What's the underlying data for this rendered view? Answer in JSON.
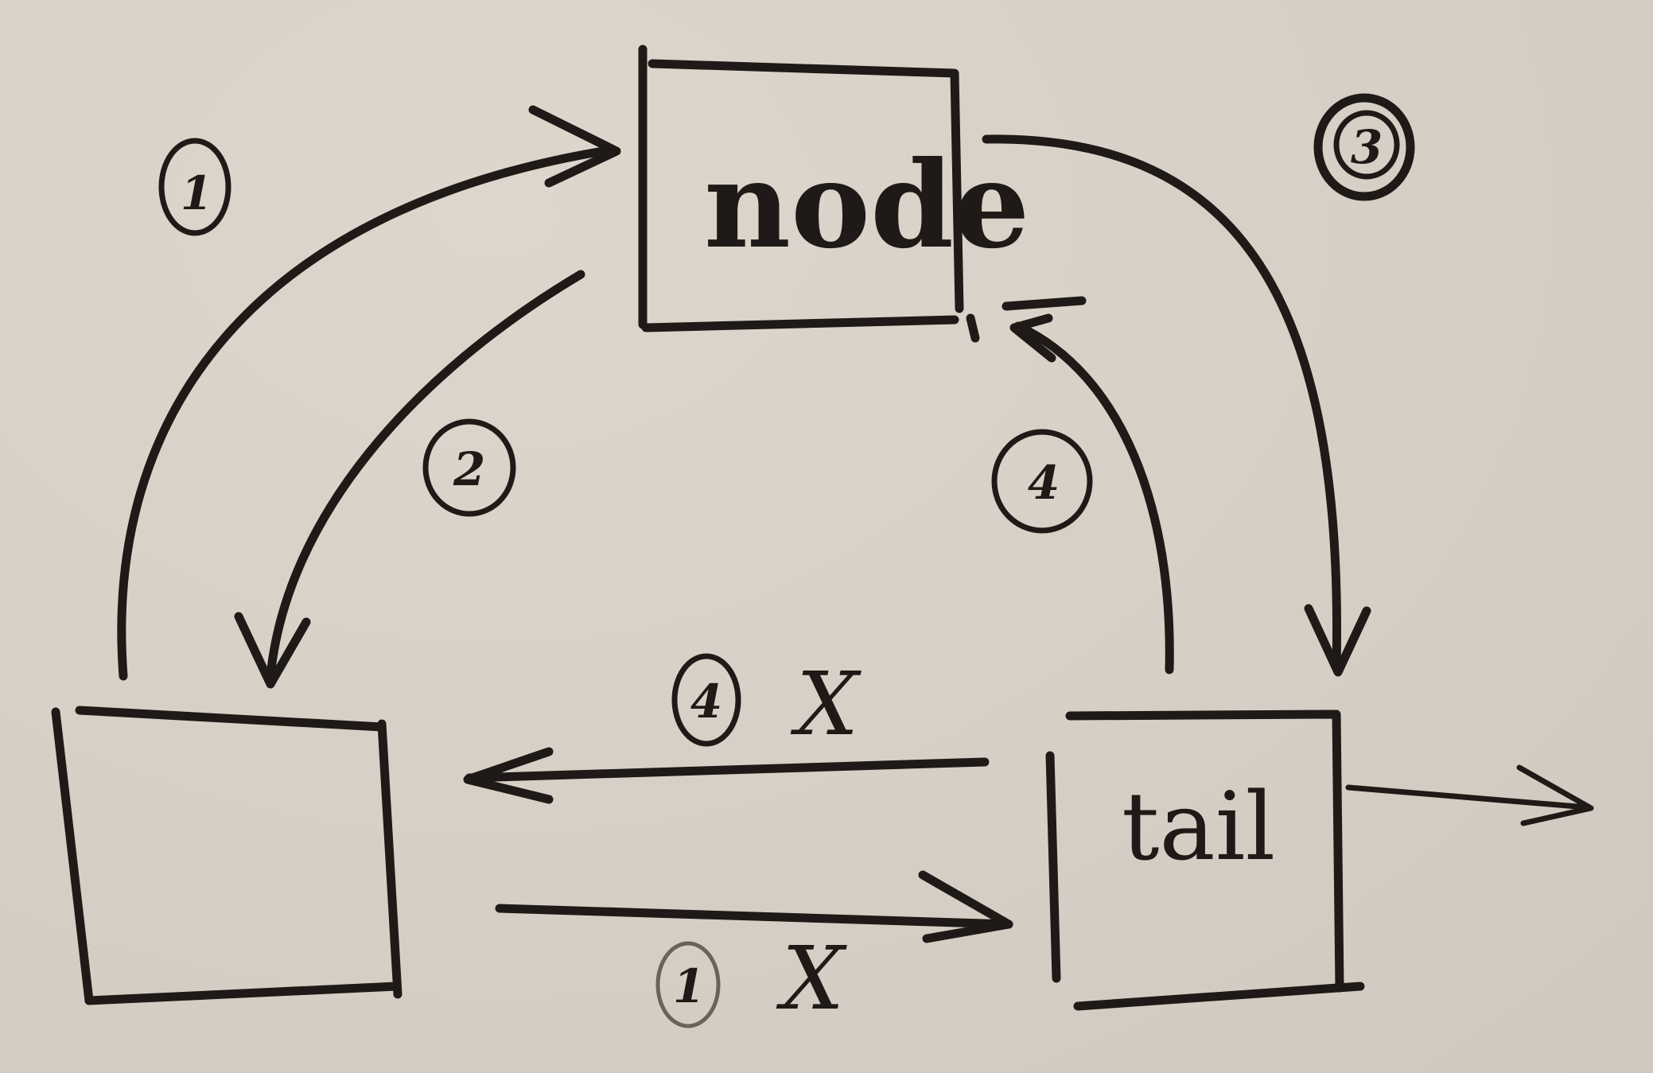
{
  "boxes": {
    "node": {
      "label": "node"
    },
    "left": {
      "label": ""
    },
    "tail": {
      "label": "tail"
    }
  },
  "steps": {
    "arrow_left_to_node": "1",
    "arrow_node_to_left": "2",
    "arrow_node_to_tail": "3",
    "arrow_tail_to_node": "4",
    "arrow_tail_to_left": "4",
    "arrow_left_to_tail": "1"
  },
  "marks": {
    "removed_top": "X",
    "removed_bottom": "X"
  },
  "ink_color": "#1f1a17",
  "paper_color": "#d7d0c6"
}
